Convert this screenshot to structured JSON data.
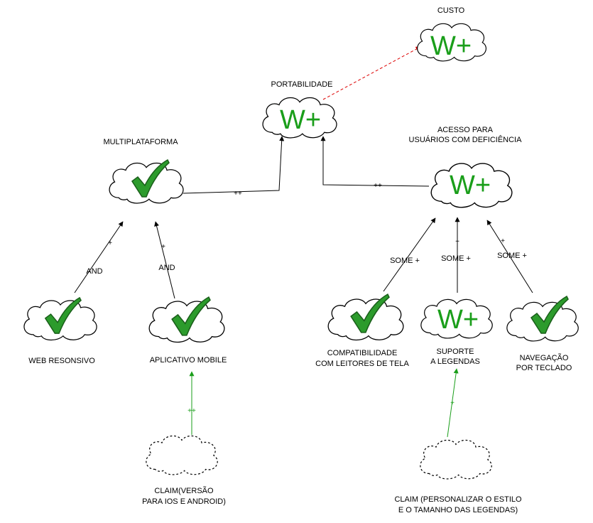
{
  "nodes": {
    "custo": {
      "label": "CUSTO",
      "symbol": "W+"
    },
    "portabilidade": {
      "label": "PORTABILIDADE",
      "symbol": "W+"
    },
    "multiplataforma": {
      "label": "MULTIPLATAFORMA",
      "symbol": "check"
    },
    "acesso": {
      "label_line1": "ACESSO PARA",
      "label_line2": "USUÁRIOS COM DEFICIÊNCIA",
      "symbol": "W+"
    },
    "web": {
      "label": "WEB RESONSIVO",
      "symbol": "check"
    },
    "app": {
      "label": "APLICATIVO MOBILE",
      "symbol": "check"
    },
    "compat": {
      "label_line1": "COMPATIBILIDADE",
      "label_line2": "COM LEITORES DE TELA",
      "symbol": "check"
    },
    "suporte": {
      "label_line1": "SUPORTE",
      "label_line2": "A LEGENDAS",
      "symbol": "W+"
    },
    "navegacao": {
      "label_line1": "NAVEGAÇÃO",
      "label_line2": "POR TECLADO",
      "symbol": "check"
    },
    "claim1": {
      "label_line1": "CLAIM(VERSÃO",
      "label_line2": "PARA IOS E ANDROID)"
    },
    "claim2": {
      "label_line1": "CLAIM (PERSONALIZAR O ESTILO",
      "label_line2": "E O TAMANHO DAS LEGENDAS)"
    }
  },
  "edges": {
    "multi_to_port": "++",
    "acesso_to_port": "++",
    "port_to_custo": "",
    "web_to_multi_plus": "+",
    "web_to_multi_and": "AND",
    "app_to_multi_plus": "+",
    "app_to_multi_and": "AND",
    "compat_to_acesso": "SOME +",
    "suporte_to_acesso_plus": "+",
    "suporte_to_acesso_some": "SOME +",
    "nav_to_acesso_plus": "+",
    "nav_to_acesso_some": "SOME +",
    "claim1_to_app": "++",
    "claim2_to_suporte": "+"
  },
  "colors": {
    "wplus": "#1a9e1a",
    "check": "#2c9b2c",
    "edge": "#000000",
    "claim_edge": "#1a9e1a",
    "contribution_edge": "#dd0000"
  },
  "symbols": {
    "wplus": "W+"
  }
}
